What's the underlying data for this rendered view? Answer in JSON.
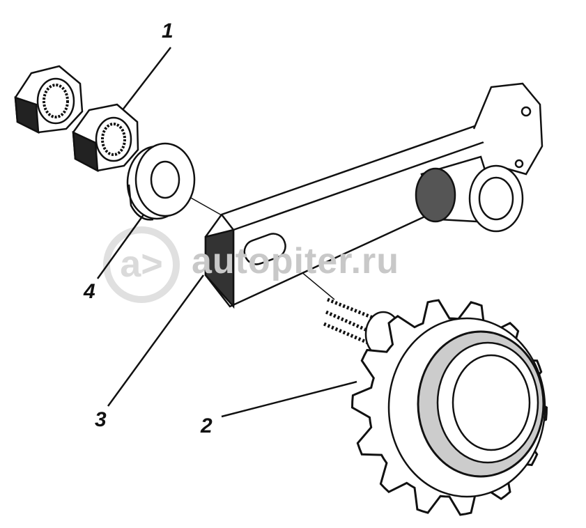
{
  "callouts": {
    "c1": "1",
    "c2": "2",
    "c3": "3",
    "c4": "4"
  },
  "watermark": {
    "logo": "a>",
    "text": "autopiter.ru"
  },
  "colors": {
    "ink": "#111111",
    "watermark": "#d9d9d9"
  }
}
